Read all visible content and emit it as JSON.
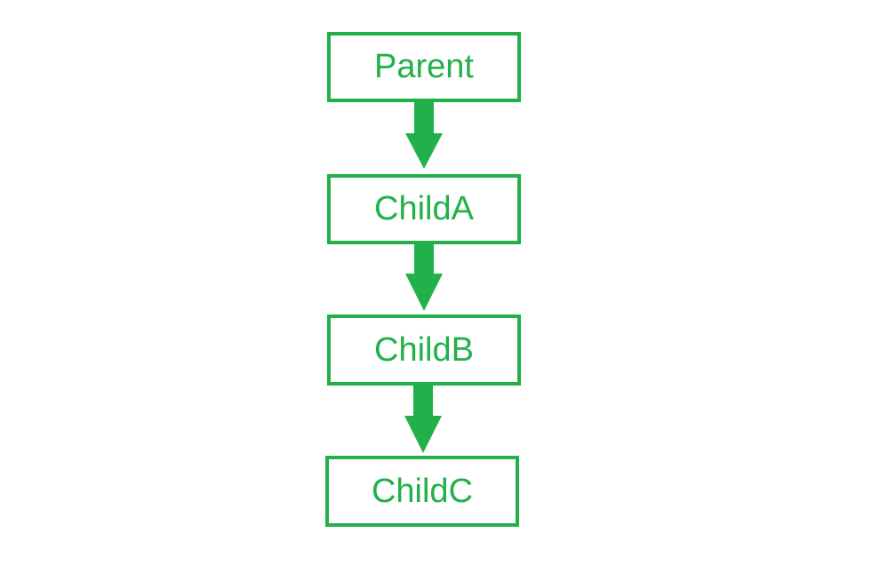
{
  "nodes": {
    "parent": "Parent",
    "child_a": "ChildA",
    "child_b": "ChildB",
    "child_c": "ChildC"
  },
  "colors": {
    "accent": "#22b04b",
    "background": "#ffffff"
  }
}
